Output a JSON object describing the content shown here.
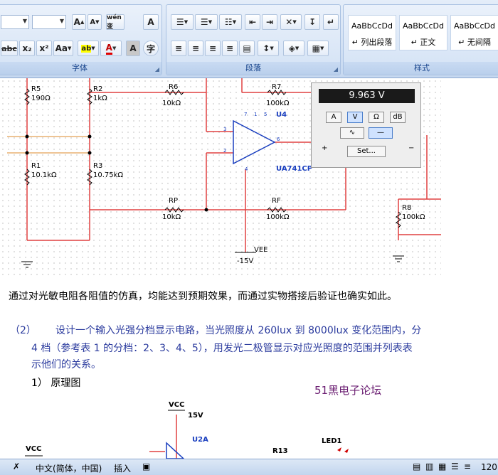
{
  "ribbon": {
    "font_group": {
      "label": "字体",
      "grow_label": "A",
      "shrink_label": "A",
      "phonetic_label": "wén 变",
      "border_char_label": "A",
      "strike_label": "abc",
      "subscript_label": "x₂",
      "superscript_label": "x²",
      "case_label": "Aa",
      "highlight_label": "ab",
      "color_label": "A",
      "shade_label": "A",
      "enclose_label": "字"
    },
    "paragraph_group": {
      "label": "段落"
    },
    "styles_group": {
      "label": "样式",
      "styles": [
        {
          "sample": "AaBbCcDd",
          "name": "↵ 列出段落"
        },
        {
          "sample": "AaBbCcDd",
          "name": "↵ 正文"
        },
        {
          "sample": "AaBbCcDd",
          "name": "↵ 无间隔"
        }
      ]
    }
  },
  "circuit1": {
    "labels": {
      "r5": "R5",
      "r5v": "190Ω",
      "r2": "R2",
      "r2v": "1kΩ",
      "r6": "R6",
      "r6v": "10kΩ",
      "r7": "R7",
      "r7v": "100kΩ",
      "r1": "R1",
      "r1v": "10.1kΩ",
      "r3": "R3",
      "r3v": "10.75kΩ",
      "rp": "RP",
      "rpv": "10kΩ",
      "rf": "RF",
      "rfv": "100kΩ",
      "r8": "R8",
      "r8v": "100kΩ",
      "u4": "U4",
      "u4part": "UA741CP",
      "vee": "VEE",
      "vee_v": "-15V",
      "pin3": "3",
      "pin2": "2",
      "pin6": "6",
      "pin4": "4",
      "pin7": "7",
      "pin1": "1",
      "pin5": "5"
    },
    "meter": {
      "reading": "9.963 V",
      "modes": [
        "A",
        "V",
        "Ω",
        "dB"
      ],
      "selected_mode": "V",
      "set_label": "Set..."
    }
  },
  "text": {
    "line1": "通过对光敏电阻各阻值的仿真，均能达到预期效果，而通过实物搭接后验证也确实如此。",
    "item2_num": "（2）",
    "item2_l1": "设计一个输入光强分档显示电路，当光照度从 260lux 到 8000lux 变化范围内，分",
    "item2_l2": "4 档（参考表 1 的分档：2、3、4、5），用发光二极管显示对应光照度的范围并列表表",
    "item2_l3": "示他们的关系。",
    "sub1": "1）  原理图",
    "forum": "51黑电子论坛"
  },
  "circuit2": {
    "vcc_top": "VCC",
    "vcc_top_v": "15V",
    "u2a": "U2A",
    "vcc_left": "VCC",
    "r13": "R13",
    "led1": "LED1"
  },
  "status": {
    "language": "中文(简体，中国)",
    "mode": "插入",
    "zoom": "120"
  }
}
